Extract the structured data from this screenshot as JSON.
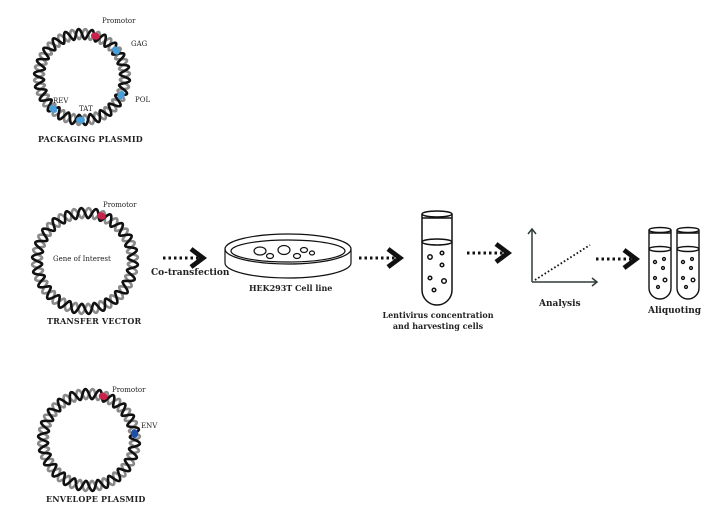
{
  "plasmids": {
    "packaging": {
      "title": "PACKAGING PLASMID",
      "promoter": "Promotor",
      "genes": [
        "GAG",
        "POL",
        "TAT",
        "REV"
      ]
    },
    "transfer": {
      "title": "TRANSFER VECTOR",
      "promoter": "Promotor",
      "inner_label": "Gene of Interest"
    },
    "envelope": {
      "title": "ENVELOPE PLASMID",
      "promoter": "Promotor",
      "genes": [
        "ENV"
      ]
    }
  },
  "workflow": {
    "arrow1_label": "Co-transfection",
    "step1": "HEK293T Cell line",
    "step2_line1": "Lentivirus  concentration",
    "step2_line2": "and harvesting cells",
    "step3": "Analysis",
    "step4": "Aliquoting"
  },
  "colors": {
    "strand_dark": "#111111",
    "strand_light": "#8a8a8a",
    "promoter": "#c8234a",
    "gene_marker": "#4a9fd8",
    "env_marker": "#1f4fa8",
    "axis": "#2f3b3a"
  }
}
